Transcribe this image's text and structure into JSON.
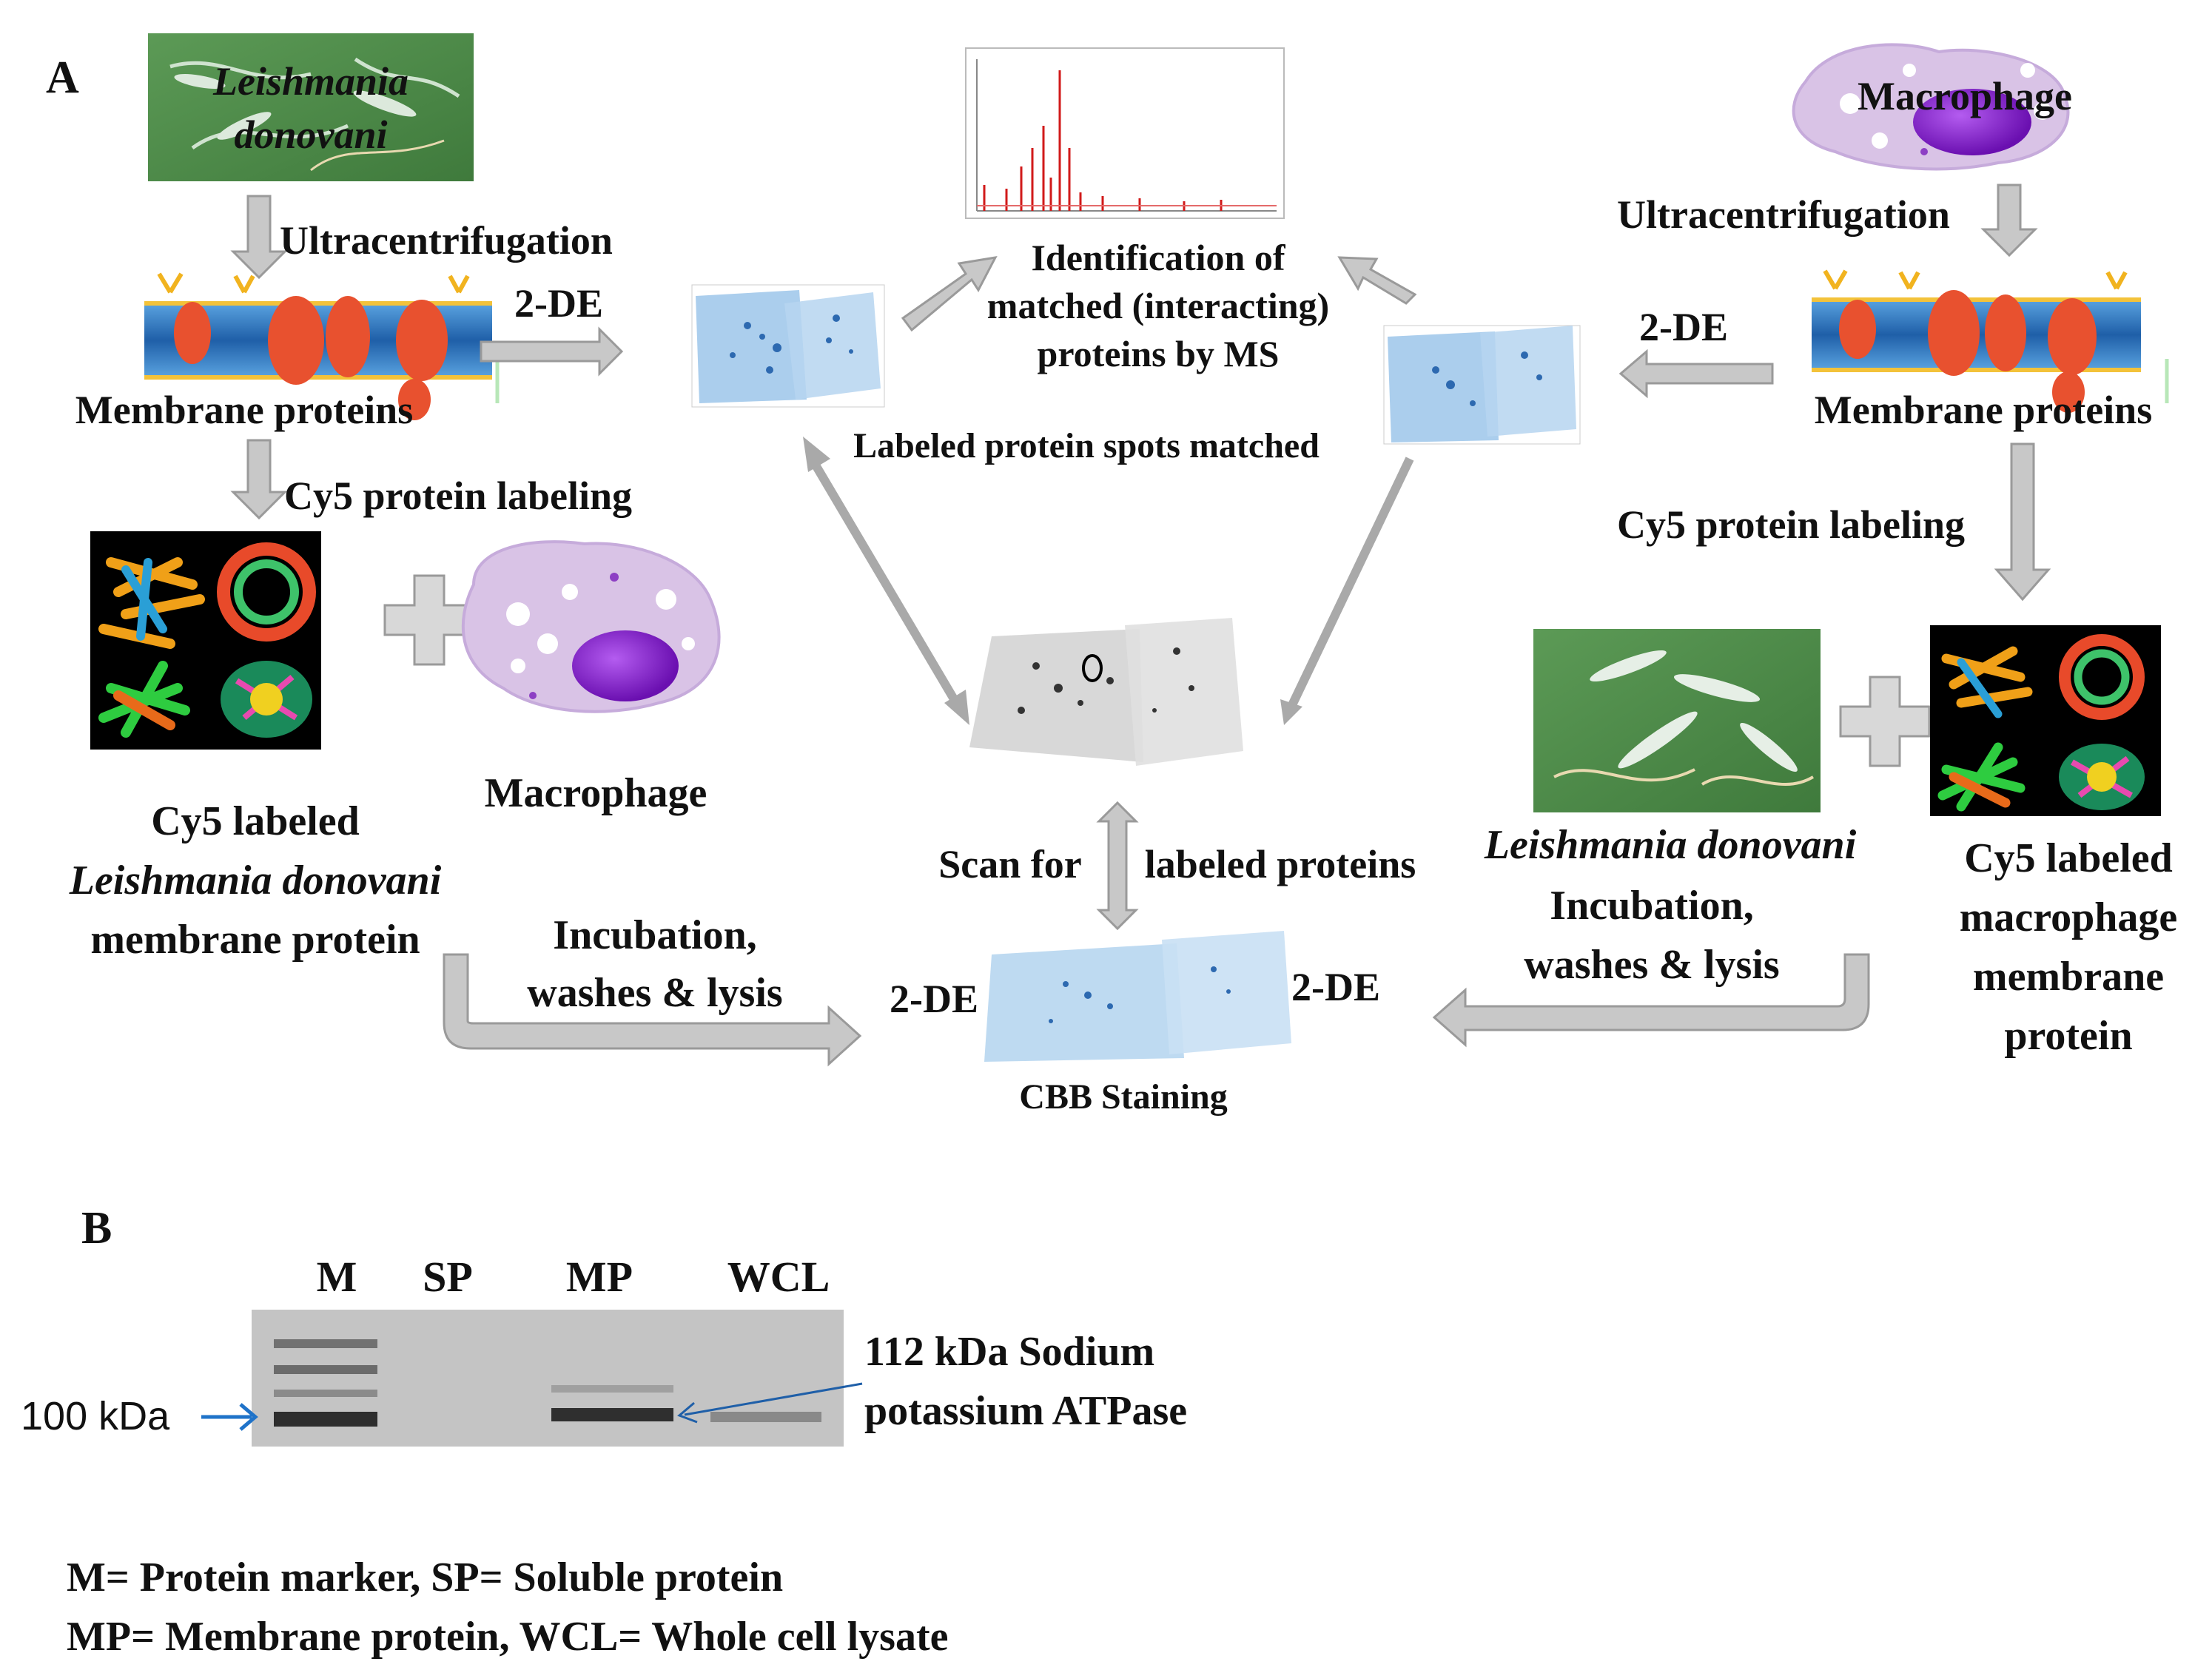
{
  "panel_a": {
    "label": "A",
    "leishmania_image_text": [
      "Leishmania",
      "donovani"
    ],
    "macrophage_image_text": "Macrophage",
    "left_ultracentrifugation": "Ultracentrifugation",
    "right_ultracentrifugation": "Ultracentrifugation",
    "left_2de": "2-DE",
    "right_2de": "2-DE",
    "left_membrane_proteins": "Membrane proteins",
    "right_membrane_proteins": "Membrane proteins",
    "left_cy5_labeling": "Cy5 protein labeling",
    "right_cy5_labeling": "Cy5 protein labeling",
    "identification_lines": [
      "Identification of",
      "matched (interacting)",
      "proteins by MS"
    ],
    "labeled_spots_matched": "Labeled protein spots matched",
    "left_macrophage_label": "Macrophage",
    "left_cy5_labeled_lines": [
      "Cy5 labeled",
      "Leishmania  donovani",
      "membrane protein"
    ],
    "right_leishmania_label": "Leishmania donovani",
    "right_incubation_lines": [
      "Incubation,",
      "washes & lysis"
    ],
    "left_incubation_lines": [
      "Incubation,",
      "washes &  lysis"
    ],
    "right_cy5_labeled_lines": [
      "Cy5 labeled",
      "macrophage",
      "membrane",
      "protein"
    ],
    "scan_for": "Scan for",
    "labeled_proteins": "labeled proteins",
    "bottom_left_2de": "2-DE",
    "bottom_right_2de": "2-DE",
    "cbb_staining": "CBB Staining"
  },
  "panel_b": {
    "label": "B",
    "lanes": [
      "M",
      "SP",
      "MP",
      "WCL"
    ],
    "marker_label": "100 kDa",
    "band_annotation_lines": [
      "112 kDa Sodium",
      "potassium ATPase"
    ],
    "legend_lines": [
      "M= Protein marker, SP= Soluble protein",
      "MP= Membrane protein, WCL= Whole cell lysate"
    ]
  },
  "colors": {
    "arrow_fill": "#c8c8c8",
    "arrow_stroke": "#9a9a9a",
    "membrane_blue": "#3a7dc4",
    "protein_red": "#e8512f",
    "parasite_bg": "#4e8a4a",
    "macrophage_body": "#d9c3e6",
    "nucleus": "#8b1fd0",
    "gel_blue": "#9cc6ea",
    "ms_peak": "#d11a1a",
    "blot_arrow": "#1f73c9"
  }
}
